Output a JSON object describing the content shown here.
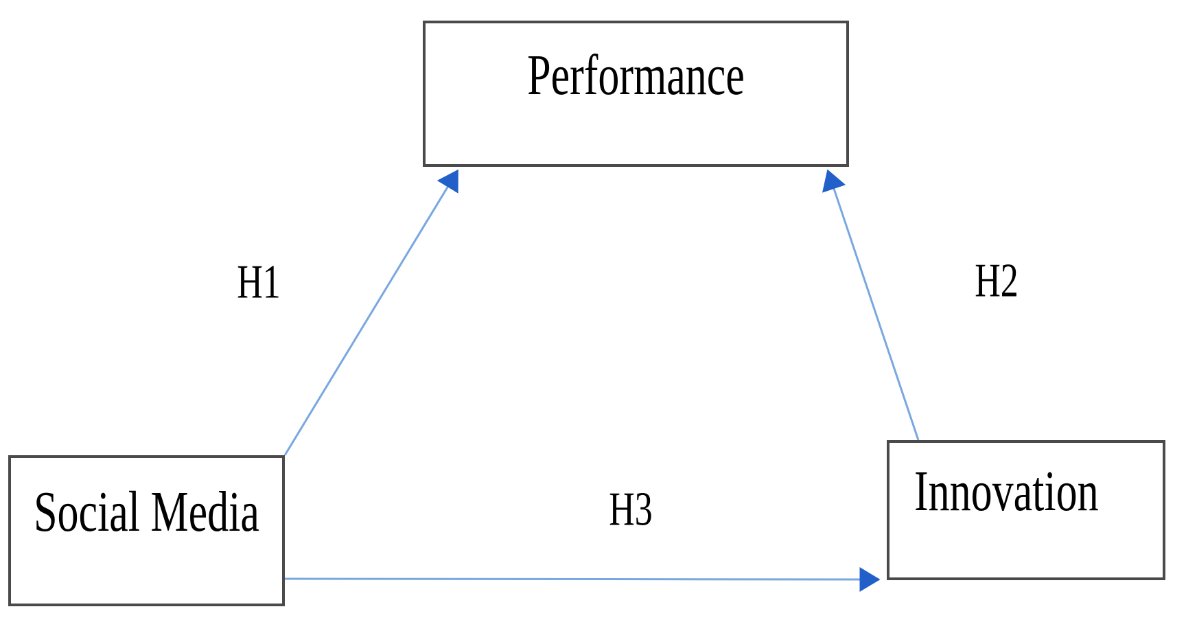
{
  "diagram": {
    "type": "hypothesis-model",
    "nodes": [
      {
        "id": "performance",
        "label": "Performance"
      },
      {
        "id": "social_media",
        "label": "Social Media"
      },
      {
        "id": "innovation",
        "label": "Innovation"
      }
    ],
    "edges": [
      {
        "id": "h1",
        "label": "H1",
        "from": "social_media",
        "to": "performance"
      },
      {
        "id": "h2",
        "label": "H2",
        "from": "innovation",
        "to": "performance"
      },
      {
        "id": "h3",
        "label": "H3",
        "from": "social_media",
        "to": "innovation"
      }
    ],
    "colors": {
      "arrow_line": "#7aa7e0",
      "arrow_head": "#2160c8",
      "box_border": "#4a4a4a",
      "text": "#000000",
      "background": "#ffffff"
    }
  }
}
